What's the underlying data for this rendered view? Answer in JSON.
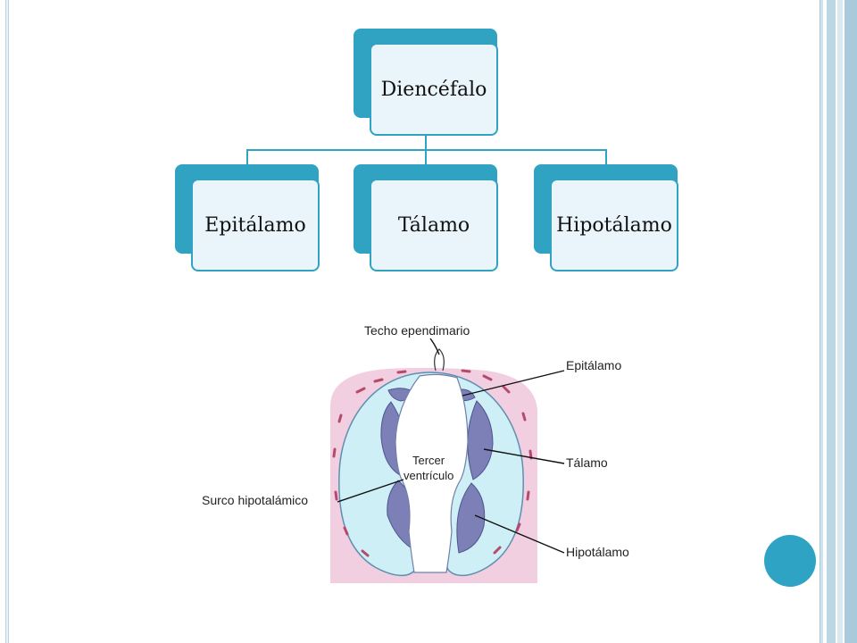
{
  "org_chart": {
    "root": "Diencéfalo",
    "children": [
      "Epitálamo",
      "Tálamo",
      "Hipotálamo"
    ]
  },
  "illustration": {
    "labels": {
      "techo": "Techo ependimario",
      "epitalamo": "Epitálamo",
      "talamo": "Tálamo",
      "hipotalamo": "Hipotálamo",
      "surco": "Surco hipotalámico",
      "ventriculo_1": "Tercer",
      "ventriculo_2": "ventrículo"
    }
  },
  "colors": {
    "accent": "#30a3c2",
    "box_fill": "#e9f5fb",
    "tissue_pink": "#f2cfe0",
    "wall_blue": "#cdeff5",
    "nucleus": "#7c80b6"
  }
}
